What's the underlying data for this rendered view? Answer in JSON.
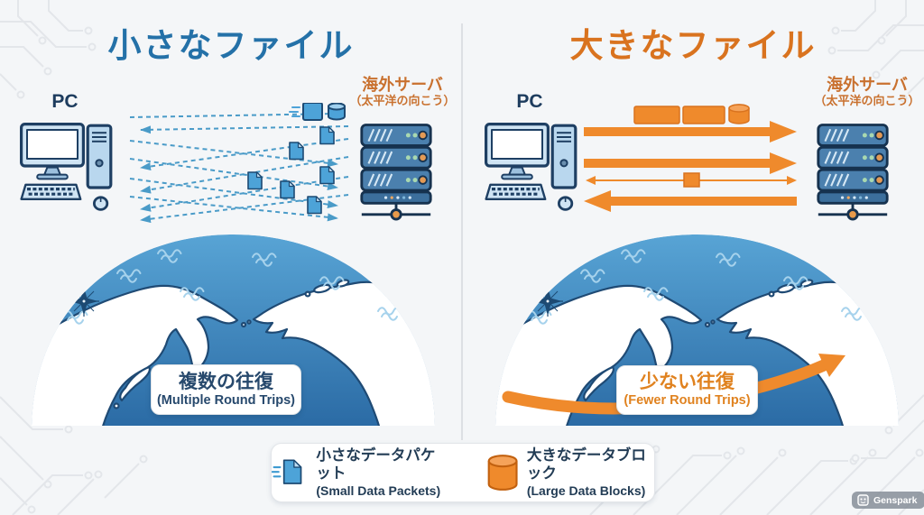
{
  "panels": {
    "left": {
      "title": "小さなファイル",
      "pc_label": "PC",
      "server_label": "海外サーバ",
      "server_sublabel": "（太平洋の向こう）",
      "globe_caption_jp": "複数の往復",
      "globe_caption_en": "(Multiple Round Trips)"
    },
    "right": {
      "title": "大きなファイル",
      "pc_label": "PC",
      "server_label": "海外サーバ",
      "server_sublabel": "（太平洋の向こう）",
      "globe_caption_jp": "少ない往復",
      "globe_caption_en": "(Fewer Round Trips)"
    }
  },
  "legend": {
    "items": [
      {
        "icon": "small-data-packet-icon",
        "label_jp": "小さなデータパケット",
        "label_en": "(Small Data Packets)"
      },
      {
        "icon": "large-data-block-icon",
        "label_jp": "大きなデータブロック",
        "label_en": "(Large Data Blocks)"
      }
    ]
  },
  "watermark": {
    "brand": "Genspark"
  },
  "colors": {
    "blue_title": "#2471a8",
    "orange_title": "#d9731f",
    "navy_text": "#1d3c5e",
    "server_label_orange": "#c9712f",
    "arrow_blue": "#4a9bc8",
    "arrow_orange": "#ef8a2c",
    "caption_navy": "#27496d",
    "caption_orange": "#e0821f",
    "ocean_top": "#58a4d5",
    "ocean_bottom": "#2b6ba5"
  }
}
